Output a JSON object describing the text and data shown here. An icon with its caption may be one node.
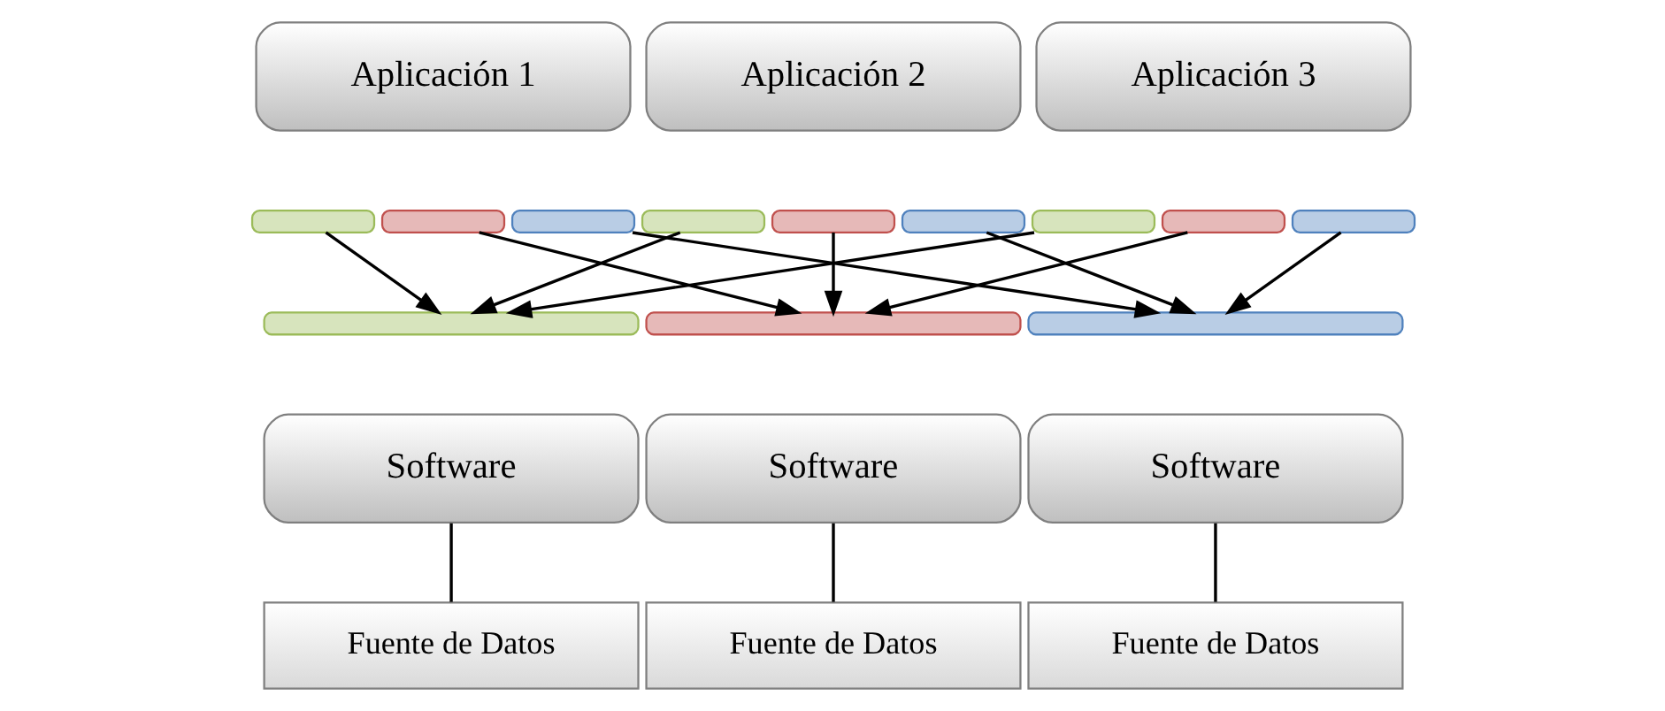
{
  "diagram": {
    "nodes": [
      {
        "text": [
          "Aplicación 1"
        ]
      },
      {
        "text": [
          "Aplicación 2"
        ]
      },
      {
        "text": [
          "Aplicación 3"
        ]
      },
      {
        "text": [],
        "shape": "bar"
      },
      {
        "text": [],
        "shape": "bar"
      },
      {
        "text": [],
        "shape": "bar"
      },
      {
        "text": [],
        "shape": "bar"
      },
      {
        "text": [],
        "shape": "bar"
      },
      {
        "text": [],
        "shape": "bar"
      },
      {
        "text": [],
        "shape": "bar"
      },
      {
        "text": [],
        "shape": "bar"
      },
      {
        "text": [],
        "shape": "bar"
      },
      {
        "text": [],
        "shape": "bar"
      },
      {
        "text": [],
        "shape": "bar"
      },
      {
        "text": [],
        "shape": "bar"
      },
      {
        "text": [
          "Software"
        ]
      },
      {
        "text": [
          "Software"
        ]
      },
      {
        "text": [
          "Software"
        ]
      },
      {
        "text": [
          "Fuente de Datos"
        ]
      },
      {
        "text": [
          "Fuente de Datos"
        ]
      },
      {
        "text": [
          "Fuente de Datos"
        ]
      }
    ],
    "edges": [
      {
        "from": 3,
        "to": 12,
        "arrow": "to"
      },
      {
        "from": 4,
        "to": 13,
        "arrow": "to"
      },
      {
        "from": 5,
        "to": 14,
        "arrow": "to"
      },
      {
        "from": 6,
        "to": 12,
        "arrow": "to"
      },
      {
        "from": 7,
        "to": 13,
        "arrow": "to"
      },
      {
        "from": 8,
        "to": 14,
        "arrow": "to"
      },
      {
        "from": 9,
        "to": 12,
        "arrow": "to"
      },
      {
        "from": 10,
        "to": 13,
        "arrow": "to"
      },
      {
        "from": 11,
        "to": 14,
        "arrow": "to"
      },
      {
        "from": 15,
        "to": 18,
        "arrow": "none"
      },
      {
        "from": 16,
        "to": 19,
        "arrow": "none"
      },
      {
        "from": 17,
        "to": 20,
        "arrow": "none"
      }
    ]
  }
}
